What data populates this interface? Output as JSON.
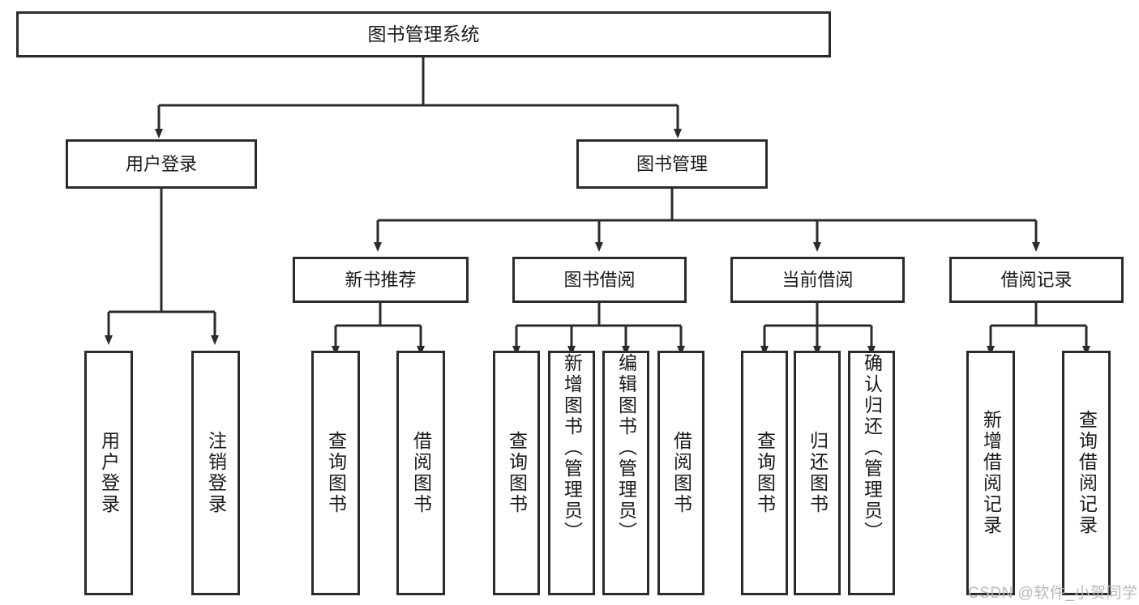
{
  "diagram": {
    "type": "tree-hierarchy-chart",
    "title": "图书管理系统",
    "stroke_color": "#2b2b2b",
    "background_color": "#ffffff",
    "nodes": {
      "root": {
        "label": "图书管理系统"
      },
      "level2": [
        {
          "id": "user-login",
          "label": "用户登录"
        },
        {
          "id": "book-management",
          "label": "图书管理"
        }
      ],
      "level3": [
        {
          "id": "new-book-recommend",
          "label": "新书推荐"
        },
        {
          "id": "book-borrow",
          "label": "图书借阅"
        },
        {
          "id": "current-borrow",
          "label": "当前借阅"
        },
        {
          "id": "borrow-record",
          "label": "借阅记录"
        }
      ],
      "leaves": [
        {
          "id": "leaf-user-login",
          "label": "用户登录",
          "parent": "user-login"
        },
        {
          "id": "leaf-user-logout",
          "label": "注销登录",
          "parent": "user-login"
        },
        {
          "id": "leaf-query-book-1",
          "label": "查询图书",
          "parent": "new-book-recommend"
        },
        {
          "id": "leaf-borrow-book-1",
          "label": "借阅图书",
          "parent": "new-book-recommend"
        },
        {
          "id": "leaf-query-book-2",
          "label": "查询图书",
          "parent": "book-borrow"
        },
        {
          "id": "leaf-add-book",
          "label": "新增图书（管理员）",
          "parent": "book-borrow"
        },
        {
          "id": "leaf-edit-book",
          "label": "编辑图书（管理员）",
          "parent": "book-borrow"
        },
        {
          "id": "leaf-borrow-book-2",
          "label": "借阅图书",
          "parent": "book-borrow"
        },
        {
          "id": "leaf-query-book-3",
          "label": "查询图书",
          "parent": "current-borrow"
        },
        {
          "id": "leaf-return-book",
          "label": "归还图书",
          "parent": "current-borrow"
        },
        {
          "id": "leaf-confirm-return",
          "label": "确认归还（管理员）",
          "parent": "current-borrow"
        },
        {
          "id": "leaf-add-record",
          "label": "新增借阅记录",
          "parent": "borrow-record"
        },
        {
          "id": "leaf-query-record",
          "label": "查询借阅记录",
          "parent": "borrow-record"
        }
      ]
    },
    "watermark": "CSDN @软件_小贺同学"
  }
}
